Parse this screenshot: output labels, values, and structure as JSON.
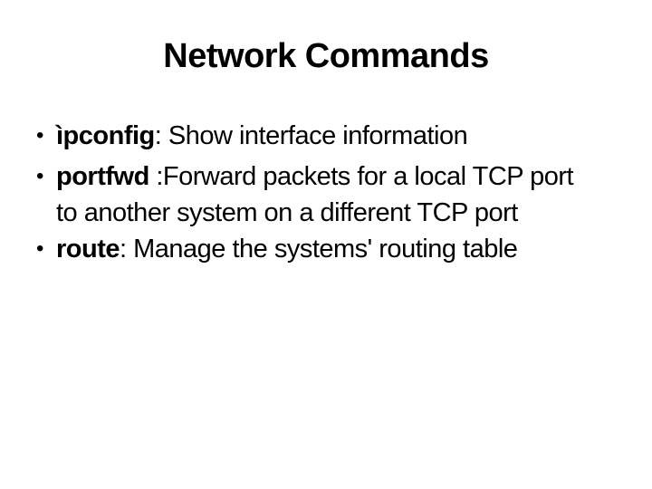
{
  "slide": {
    "title": "Network Commands",
    "bullet_char": "•",
    "background_color": "#ffffff",
    "text_color": "#000000",
    "bullets": [
      {
        "term": "ìpconfig",
        "rest": ": Show interface information"
      },
      {
        "term": "portfwd",
        "rest": " :Forward packets for a local TCP port",
        "continuation": "to another system on a different TCP port"
      },
      {
        "term": "route",
        "rest": ": Manage the systems' routing table"
      }
    ]
  }
}
